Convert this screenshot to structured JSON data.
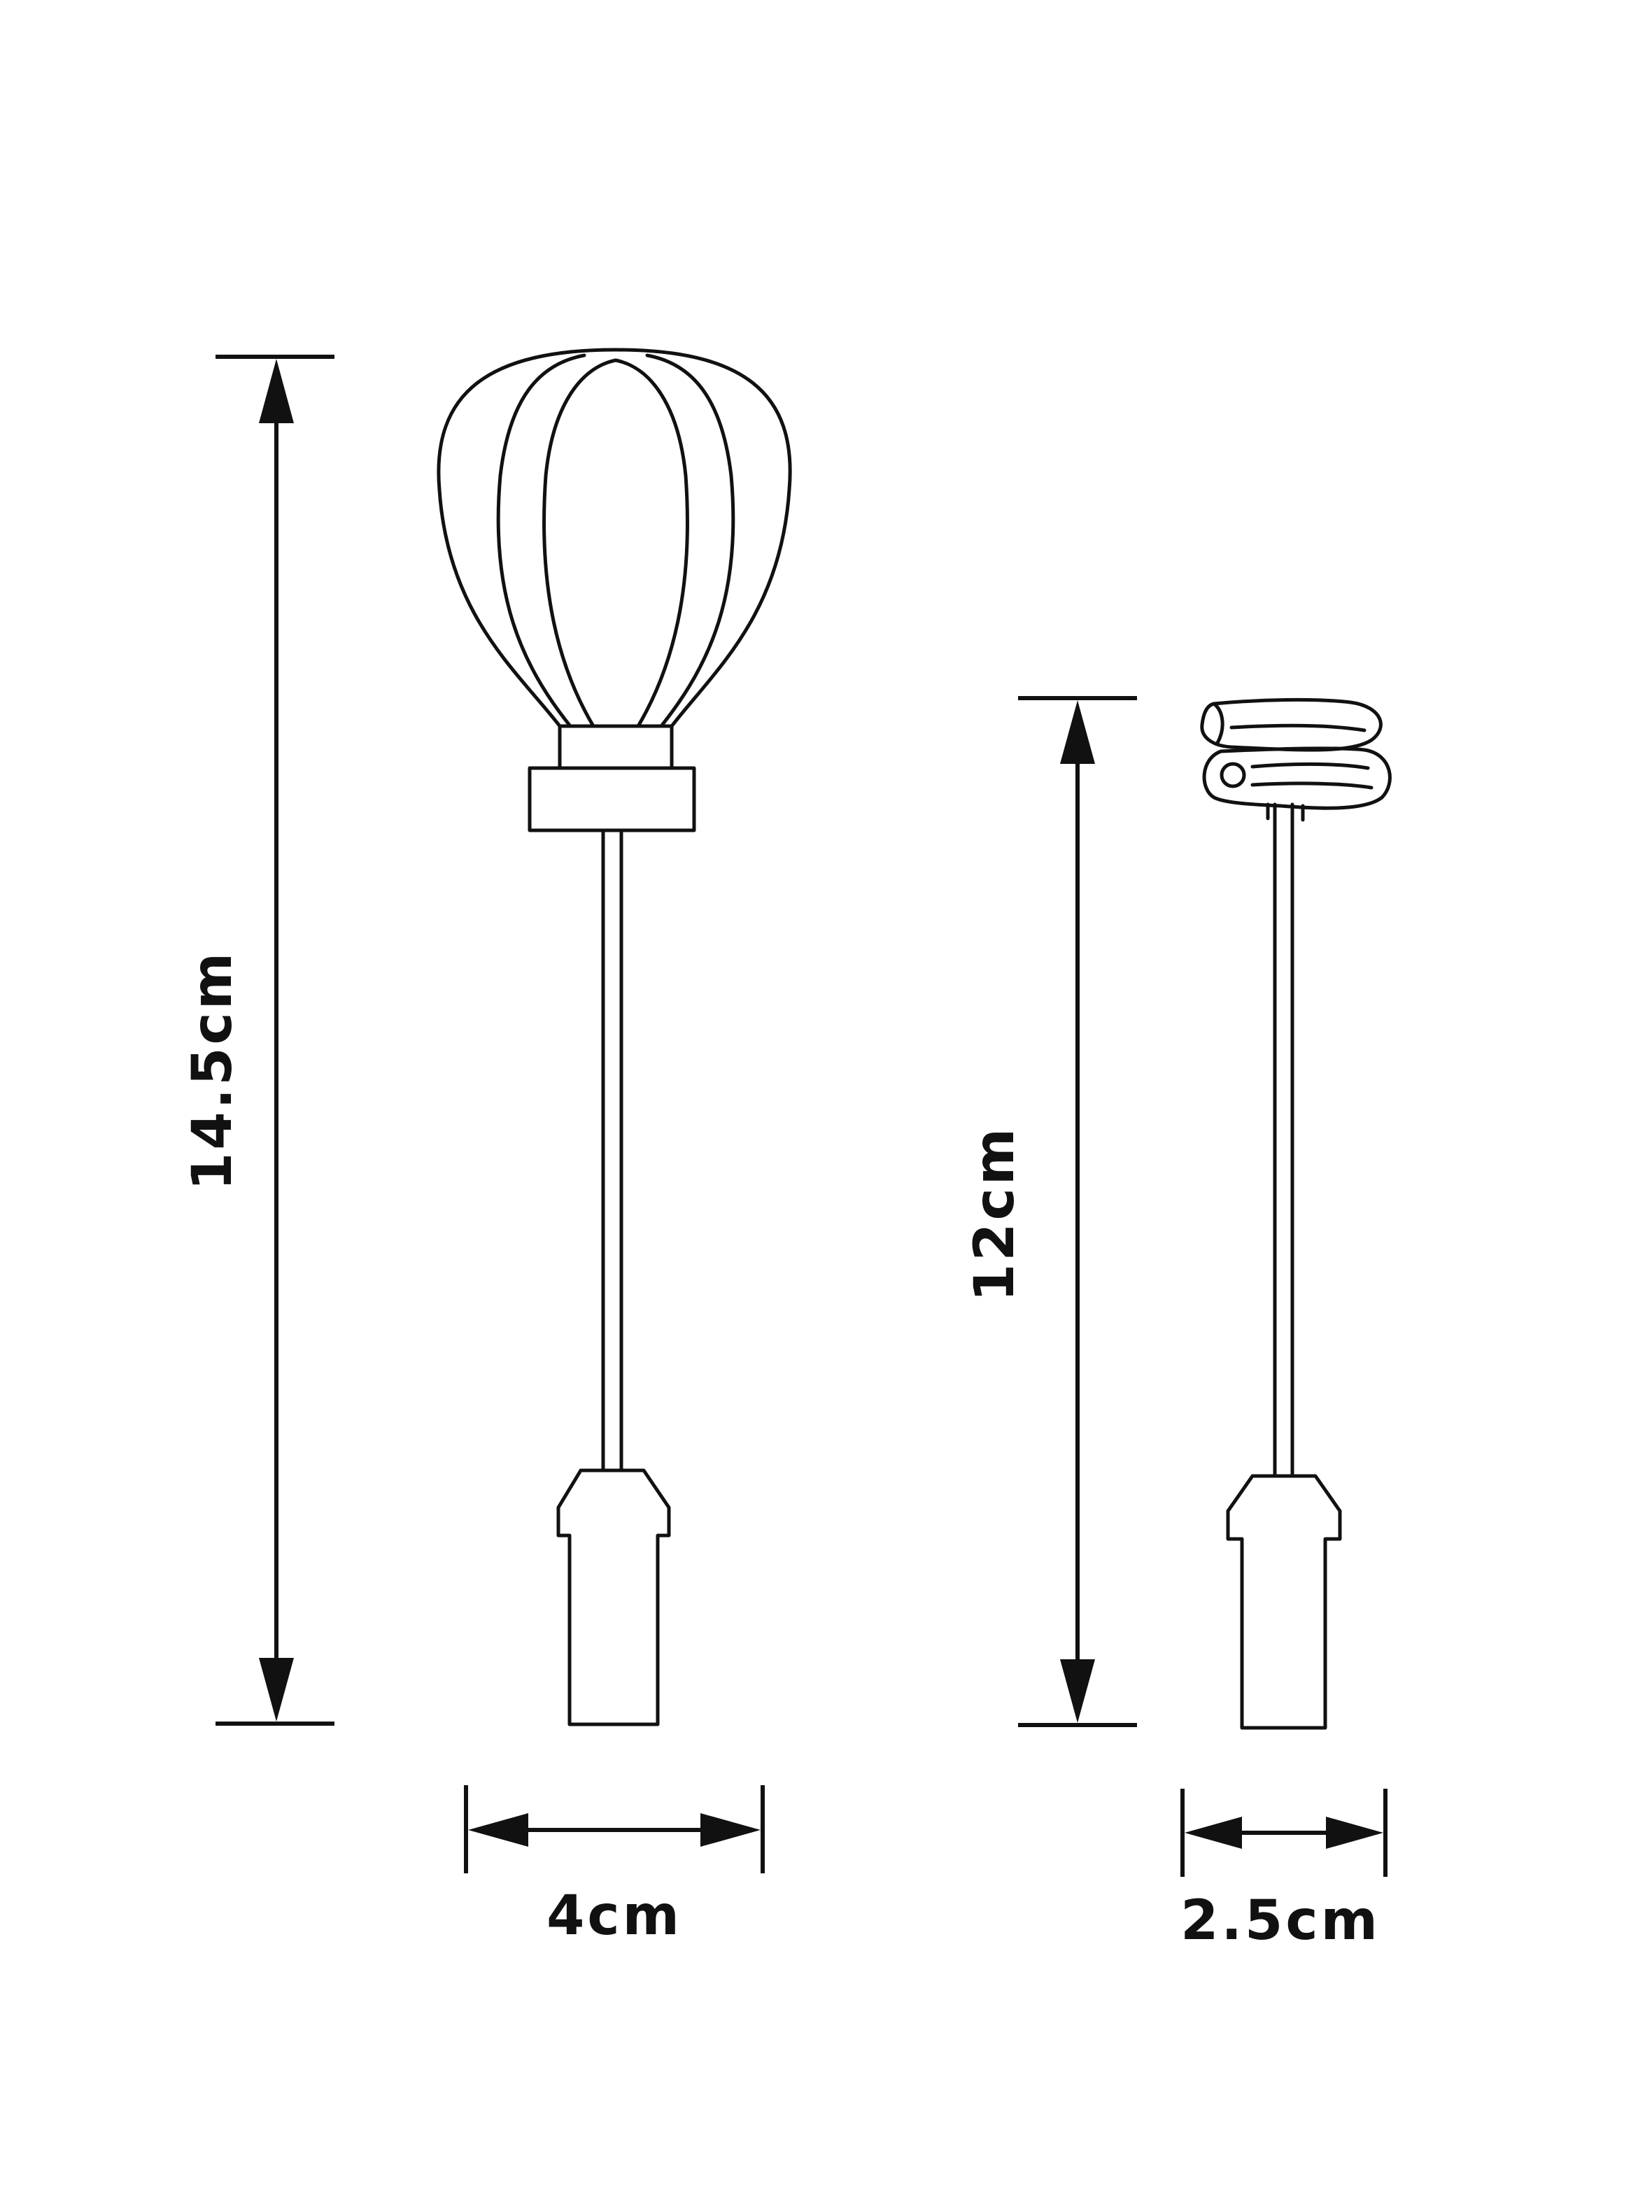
{
  "colors": {
    "background": "#ffffff",
    "line": "#111111"
  },
  "items": [
    {
      "name": "hot-air-balloon-whisk",
      "height_label": "14.5cm",
      "width_label": "4cm"
    },
    {
      "name": "coil-whisk",
      "height_label": "12cm",
      "width_label": "2.5cm"
    }
  ]
}
